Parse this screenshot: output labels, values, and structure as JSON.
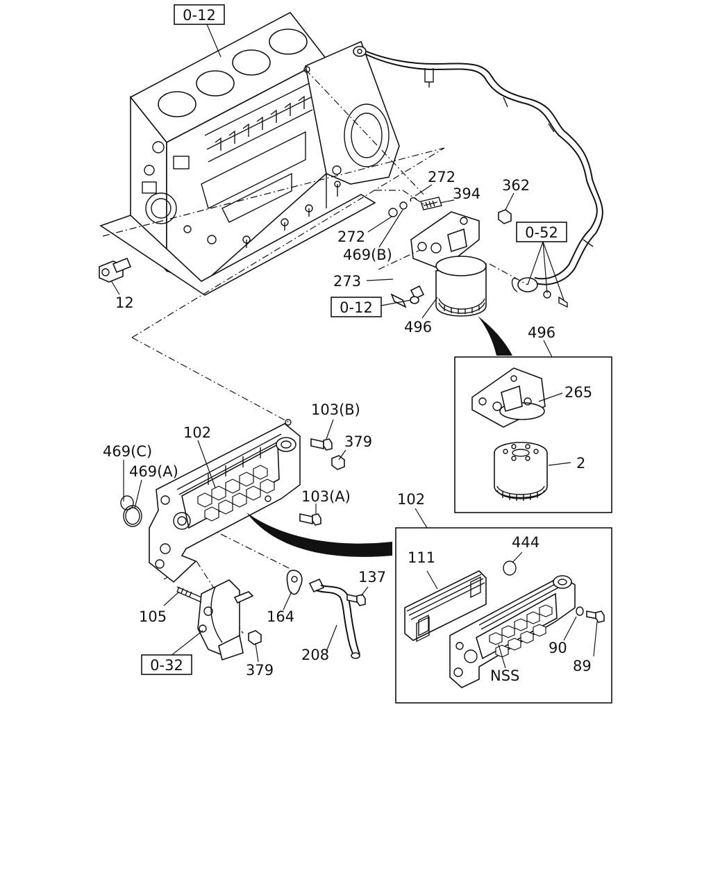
{
  "refs": {
    "block_ref": "0-12",
    "bracket_ref": "0-52",
    "switch_ref": "0-12",
    "housing_ref": "0-32"
  },
  "callouts": {
    "p272a": "272",
    "p394": "394",
    "p362": "362",
    "p272b": "272",
    "p469b": "469(B)",
    "p273": "273",
    "p496a": "496",
    "p12": "12",
    "p496b": "496",
    "p265": "265",
    "p2": "2",
    "p103b": "103(B)",
    "p102a": "102",
    "p379a": "379",
    "p469c": "469(C)",
    "p469a": "469(A)",
    "p103a": "103(A)",
    "p102b": "102",
    "p111": "111",
    "p444": "444",
    "p137": "137",
    "p105": "105",
    "p164": "164",
    "p208": "208",
    "p379b": "379",
    "p90": "90",
    "p89": "89",
    "pnss": "NSS"
  }
}
